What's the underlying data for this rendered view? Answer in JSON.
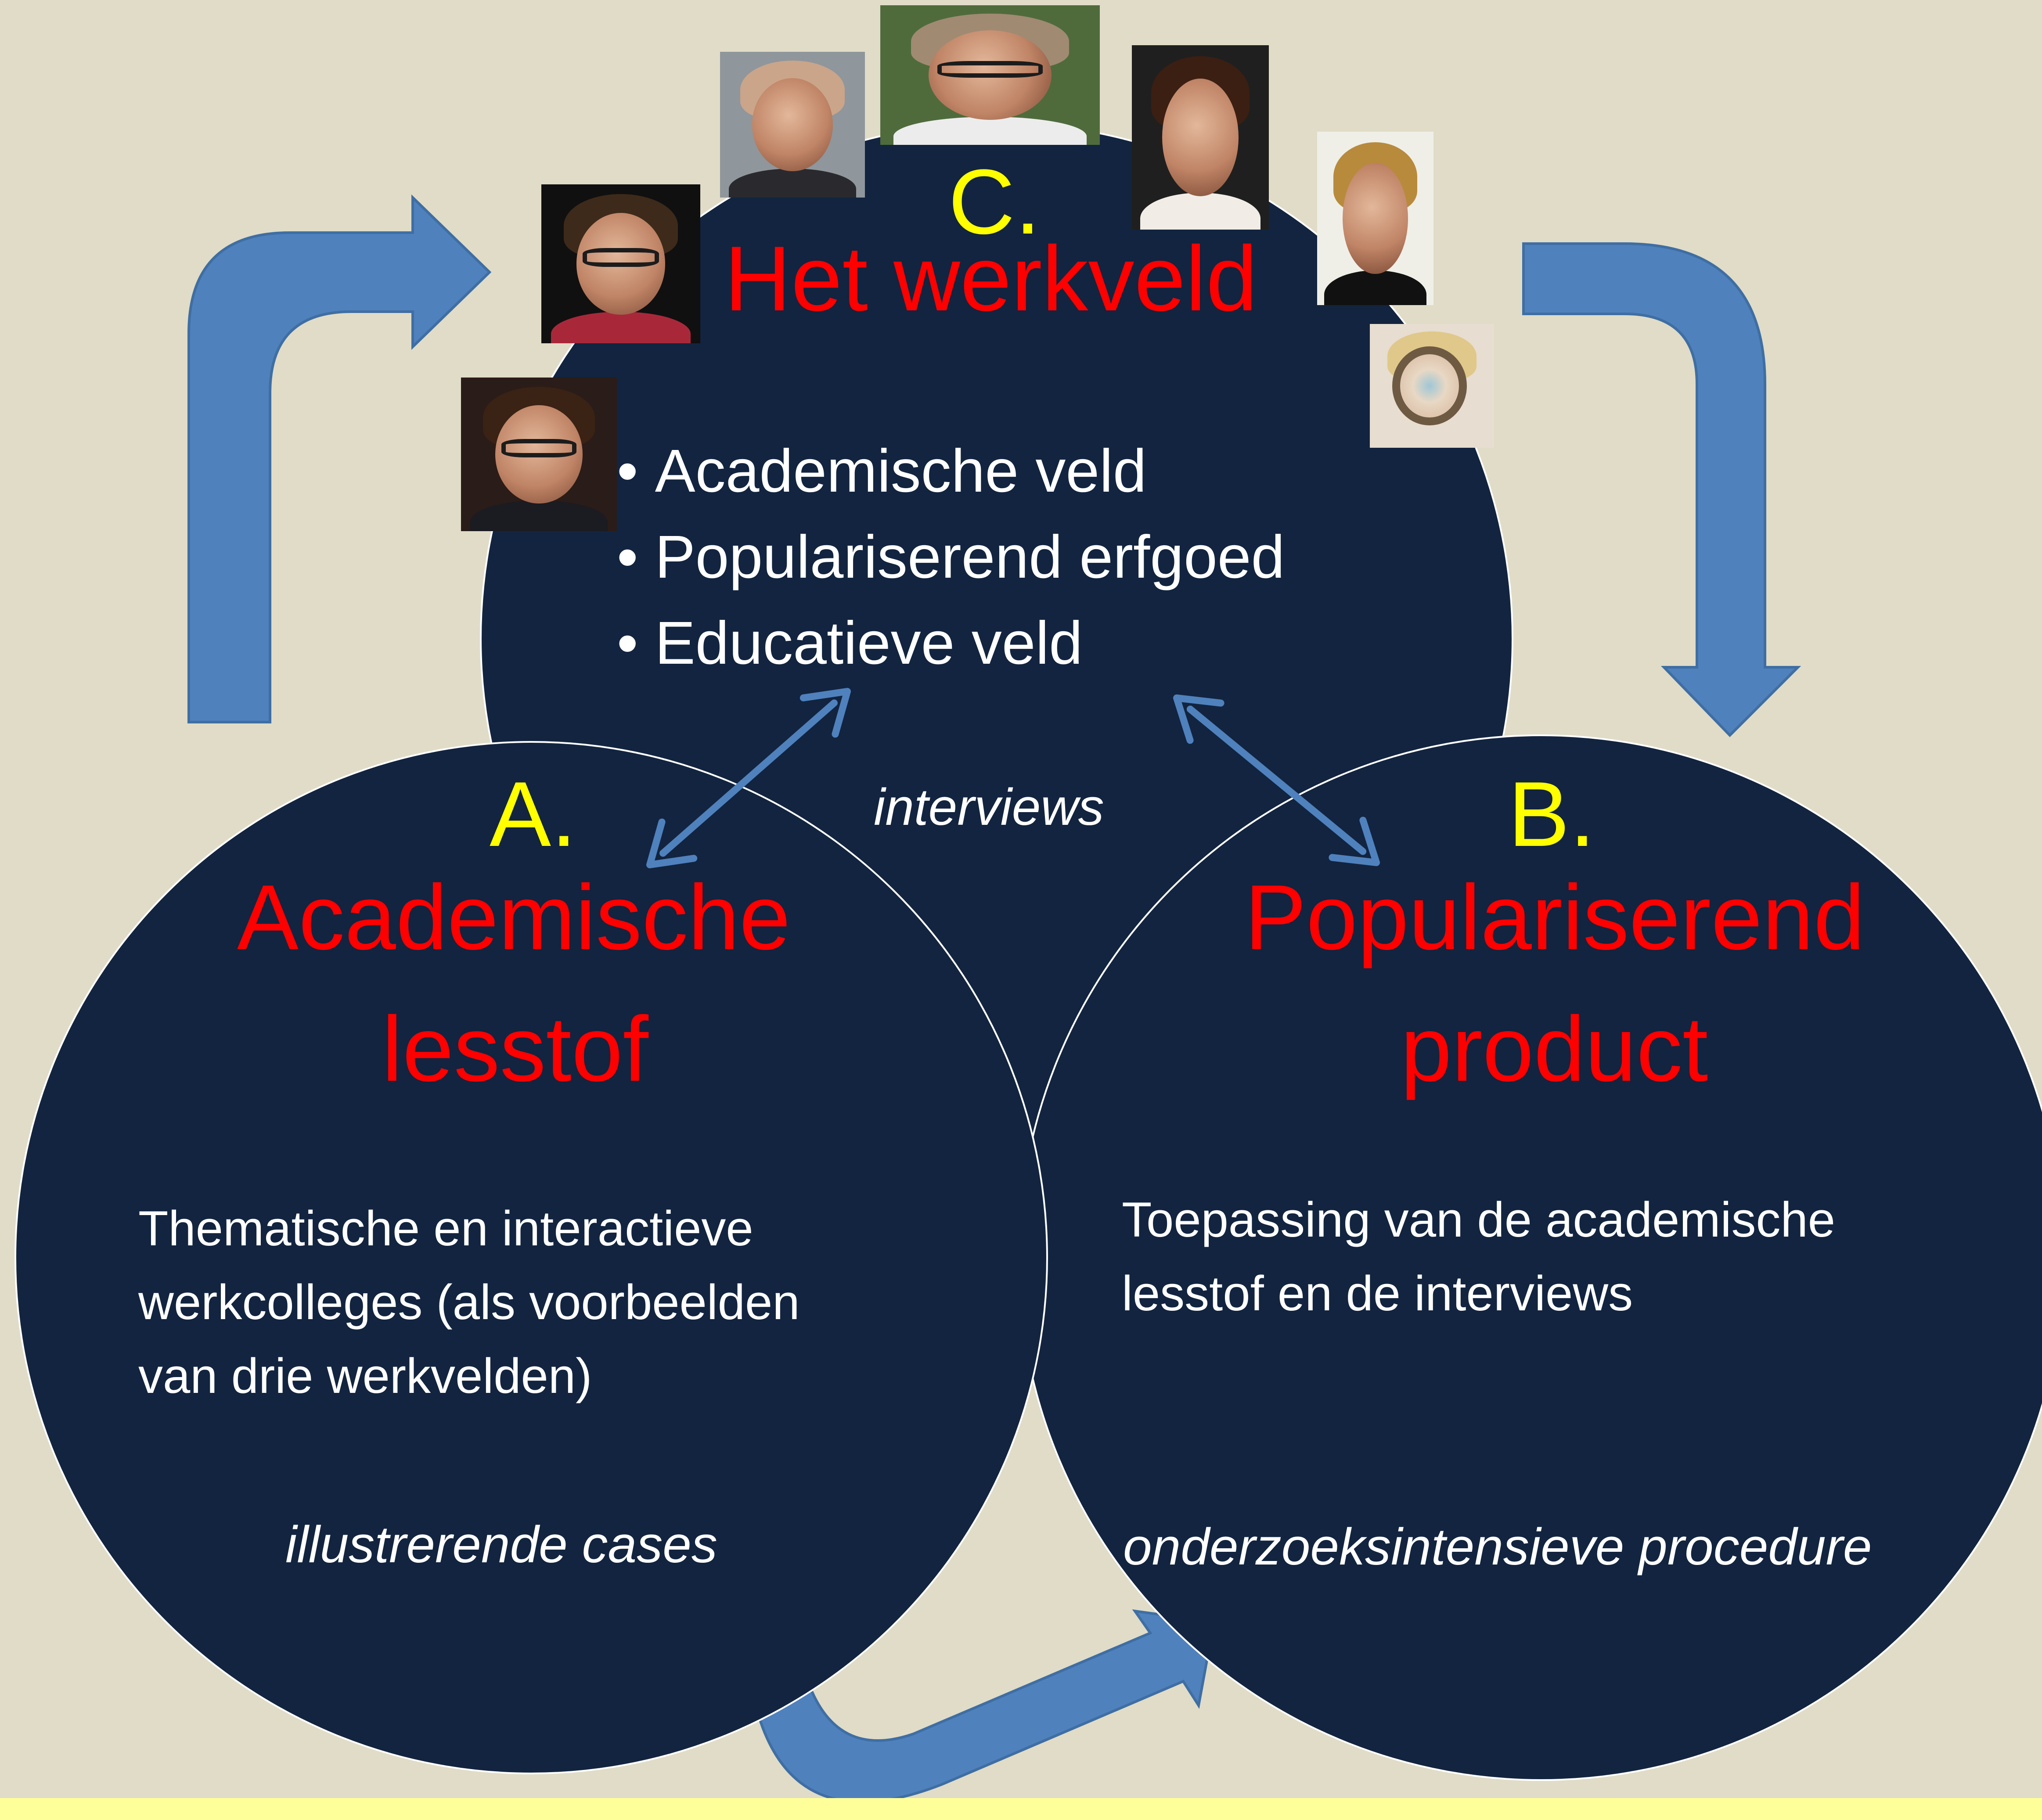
{
  "colors": {
    "background": "#e0dcc7",
    "circle_fill": "#12243f",
    "circle_edge": "#ffffff",
    "flow_arrow": "#4f81bd",
    "flow_arrow_edge": "#3f6ea3",
    "connector": "#4f81bd",
    "letter_color": "#ffff00",
    "title_color": "#ff0000",
    "text_color": "#ffffff",
    "bottom_band": "#ffff99"
  },
  "circle_c": {
    "letter": "C.",
    "title": "Het werkveld",
    "bullets": [
      "Academische veld",
      "Populariserend erfgoed",
      "Educatieve veld"
    ]
  },
  "circle_a": {
    "letter": "A.",
    "title_line1": "Academische",
    "title_line2": "lesstof",
    "body_lines": [
      "Thematische en interactieve",
      "werkcolleges (als voorbeelden",
      "van drie werkvelden)"
    ],
    "note": "illustrerende cases"
  },
  "circle_b": {
    "letter": "B.",
    "title_line1": "Populariserend",
    "title_line2": "product",
    "body_lines": [
      "Toepassing van de academische",
      "lesstof en de interviews"
    ],
    "note": "onderzoeksintensieve procedure"
  },
  "connector_label": "interviews",
  "photos": [
    {
      "name": "photo-woman-dark-curly-hair-glasses",
      "hair": "#3a2214",
      "shirt": "#1b1b22",
      "bg": "#2a1c18",
      "glasses": true
    },
    {
      "name": "photo-man-glasses-red-scarf",
      "hair": "#3d2a1a",
      "shirt": "#a8283a",
      "bg": "#101010",
      "glasses": true
    },
    {
      "name": "photo-man-bald-street",
      "hair": "#caa58a",
      "shirt": "#2a2a2e",
      "bg": "#8f969c",
      "glasses": false
    },
    {
      "name": "photo-man-glasses-outdoors",
      "hair": "#a08a72",
      "shirt": "#ececec",
      "bg": "#4f6b3c",
      "glasses": true
    },
    {
      "name": "photo-woman-curly-hair-smiling",
      "hair": "#3b1f12",
      "shirt": "#f1ede6",
      "bg": "#1f1f1f",
      "glasses": false
    },
    {
      "name": "photo-man-blond-black-shirt",
      "hair": "#b88a3c",
      "shirt": "#111111",
      "bg": "#efefe8",
      "glasses": false
    },
    {
      "name": "photo-woman-magnifying-glass",
      "hair": "#e0c88a",
      "shirt": "#d8b89a",
      "bg": "#e7ddd0",
      "glasses": false,
      "lens": true
    }
  ]
}
